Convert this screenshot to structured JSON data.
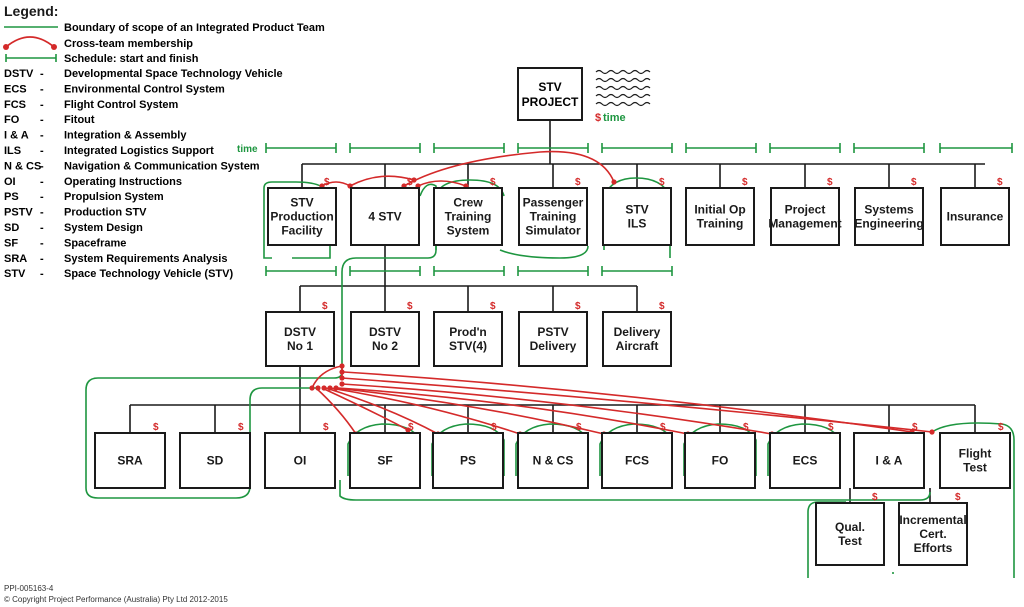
{
  "legend": {
    "title": "Legend:",
    "symbols": [
      {
        "kind": "boundary",
        "label": "Boundary of scope of an Integrated Product Team"
      },
      {
        "kind": "cross",
        "label": "Cross-team membership"
      },
      {
        "kind": "schedule",
        "label": "Schedule: start and finish"
      }
    ],
    "abbreviations": [
      {
        "abbr": "DSTV",
        "sep": "-",
        "meaning": "Developmental Space Technology Vehicle"
      },
      {
        "abbr": "ECS",
        "sep": "-",
        "meaning": "Environmental Control System"
      },
      {
        "abbr": "FCS",
        "sep": "-",
        "meaning": "Flight Control System"
      },
      {
        "abbr": "FO",
        "sep": "-",
        "meaning": "Fitout"
      },
      {
        "abbr": "I & A",
        "sep": "-",
        "meaning": "Integration & Assembly"
      },
      {
        "abbr": "ILS",
        "sep": "-",
        "meaning": "Integrated Logistics Support"
      },
      {
        "abbr": "N & CS",
        "sep": "-",
        "meaning": "Navigation & Communication System"
      },
      {
        "abbr": "OI",
        "sep": "-",
        "meaning": "Operating Instructions"
      },
      {
        "abbr": "PS",
        "sep": "-",
        "meaning": "Propulsion System"
      },
      {
        "abbr": "PSTV",
        "sep": "-",
        "meaning": "Production STV"
      },
      {
        "abbr": "SD",
        "sep": "-",
        "meaning": "System Design"
      },
      {
        "abbr": "SF",
        "sep": "-",
        "meaning": "Spaceframe"
      },
      {
        "abbr": "SRA",
        "sep": "-",
        "meaning": "System Requirements Analysis"
      },
      {
        "abbr": "STV",
        "sep": "-",
        "meaning": "Space Technology Vehicle (STV)"
      }
    ]
  },
  "root": {
    "lines": [
      "STV",
      "PROJECT"
    ],
    "cost": "$",
    "time": "time"
  },
  "schedule_label": "time",
  "cost_symbol": "$",
  "level1": [
    {
      "id": "production-facility",
      "lines": [
        "STV",
        "Production",
        "Facility"
      ]
    },
    {
      "id": "4-stv",
      "lines": [
        "4 STV"
      ]
    },
    {
      "id": "crew-training",
      "lines": [
        "Crew",
        "Training",
        "System"
      ]
    },
    {
      "id": "passenger-training",
      "lines": [
        "Passenger",
        "Training",
        "Simulator"
      ]
    },
    {
      "id": "stv-ils",
      "lines": [
        "STV",
        "ILS"
      ]
    },
    {
      "id": "initial-op-training",
      "lines": [
        "Initial Op",
        "Training"
      ]
    },
    {
      "id": "project-management",
      "lines": [
        "Project",
        "Management"
      ]
    },
    {
      "id": "systems-engineering",
      "lines": [
        "Systems",
        "Engineering"
      ]
    },
    {
      "id": "insurance",
      "lines": [
        "Insurance"
      ]
    }
  ],
  "level2": [
    {
      "id": "dstv-no1",
      "lines": [
        "DSTV",
        "No 1"
      ]
    },
    {
      "id": "dstv-no2",
      "lines": [
        "DSTV",
        "No 2"
      ]
    },
    {
      "id": "prodn-stv",
      "lines": [
        "Prod'n",
        "STV(4)"
      ]
    },
    {
      "id": "pstv-delivery",
      "lines": [
        "PSTV",
        "Delivery"
      ]
    },
    {
      "id": "delivery-aircraft",
      "lines": [
        "Delivery",
        "Aircraft"
      ]
    }
  ],
  "level3": [
    {
      "id": "sra",
      "lines": [
        "SRA"
      ]
    },
    {
      "id": "sd",
      "lines": [
        "SD"
      ]
    },
    {
      "id": "oi",
      "lines": [
        "OI"
      ]
    },
    {
      "id": "sf",
      "lines": [
        "SF"
      ]
    },
    {
      "id": "ps",
      "lines": [
        "PS"
      ]
    },
    {
      "id": "n-cs",
      "lines": [
        "N & CS"
      ]
    },
    {
      "id": "fcs",
      "lines": [
        "FCS"
      ]
    },
    {
      "id": "fo",
      "lines": [
        "FO"
      ]
    },
    {
      "id": "ecs",
      "lines": [
        "ECS"
      ]
    },
    {
      "id": "i-a",
      "lines": [
        "I & A"
      ]
    },
    {
      "id": "flight-test",
      "lines": [
        "Flight",
        "Test"
      ]
    }
  ],
  "level4": [
    {
      "id": "qual-test",
      "lines": [
        "Qual.",
        "Test"
      ]
    },
    {
      "id": "incremental-cert",
      "lines": [
        "Incremental",
        "Cert.",
        "Efforts"
      ]
    }
  ],
  "footer": {
    "code": "PPI-005163-4",
    "copyright": "© Copyright Project Performance (Australia) Pty Ltd 2012-2015"
  },
  "colors": {
    "boundary": "#1e9640",
    "cross": "#d42a2a",
    "schedule": "#1e9640",
    "box": "#1a1a1a",
    "cost": "#d42a2a"
  }
}
